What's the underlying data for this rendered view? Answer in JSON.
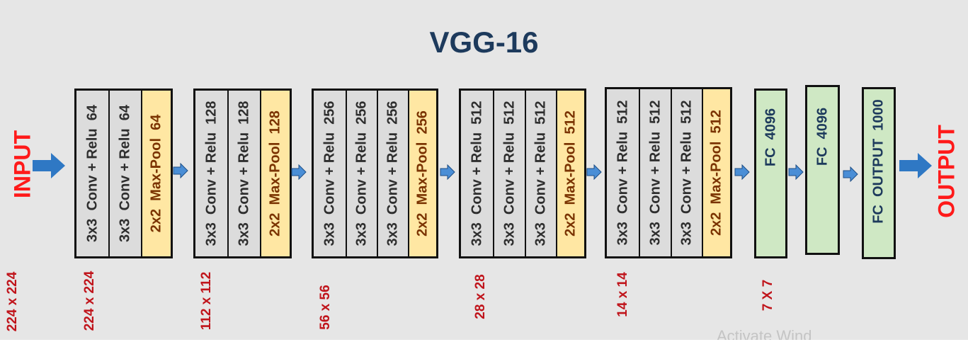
{
  "title": "VGG-16",
  "input_label": "INPUT",
  "output_label": "OUTPUT",
  "input_size": "224 x 224",
  "blocks": [
    {
      "layers": [
        {
          "type": "conv",
          "text": "3x3  Conv + Relu  64"
        },
        {
          "type": "conv",
          "text": "3x3  Conv + Relu  64"
        },
        {
          "type": "pool",
          "text": "2x2  Max-Pool  64"
        }
      ],
      "size": "224 x 224"
    },
    {
      "layers": [
        {
          "type": "conv",
          "text": "3x3  Conv + Relu  128"
        },
        {
          "type": "conv",
          "text": "3x3  Conv + Relu  128"
        },
        {
          "type": "pool",
          "text": "2x2  Max-Pool  128"
        }
      ],
      "size": "112 x 112"
    },
    {
      "layers": [
        {
          "type": "conv",
          "text": "3x3  Conv + Relu  256"
        },
        {
          "type": "conv",
          "text": "3x3  Conv + Relu  256"
        },
        {
          "type": "conv",
          "text": "3x3  Conv + Relu  256"
        },
        {
          "type": "pool",
          "text": "2x2  Max-Pool  256"
        }
      ],
      "size": "56 x 56"
    },
    {
      "layers": [
        {
          "type": "conv",
          "text": "3x3  Conv + Relu  512"
        },
        {
          "type": "conv",
          "text": "3x3  Conv + Relu  512"
        },
        {
          "type": "conv",
          "text": "3x3  Conv + Relu  512"
        },
        {
          "type": "pool",
          "text": "2x2  Max-Pool  512"
        }
      ],
      "size": "28 x 28"
    },
    {
      "layers": [
        {
          "type": "conv",
          "text": "3x3  Conv + Relu  512"
        },
        {
          "type": "conv",
          "text": "3x3  Conv + Relu  512"
        },
        {
          "type": "conv",
          "text": "3x3  Conv + Relu  512"
        },
        {
          "type": "pool",
          "text": "2x2  Max-Pool  512"
        }
      ],
      "size": "14 x 14"
    }
  ],
  "fc_layers": [
    {
      "text": "FC  4096"
    },
    {
      "text": "FC  4096"
    },
    {
      "text": "FC  OUTPUT  1000"
    }
  ],
  "fc_size": "7 X 7",
  "watermark": "Activate Wind",
  "colors": {
    "background": "#e6e6e6",
    "title": "#1d3a5c",
    "io_label": "#ff1a1a",
    "dimension_label": "#c0141b",
    "conv_fill": "#dcdcdc",
    "pool_fill": "#ffe7a3",
    "fc_fill": "#cfe8c4",
    "arrow": "#2f78c4"
  }
}
